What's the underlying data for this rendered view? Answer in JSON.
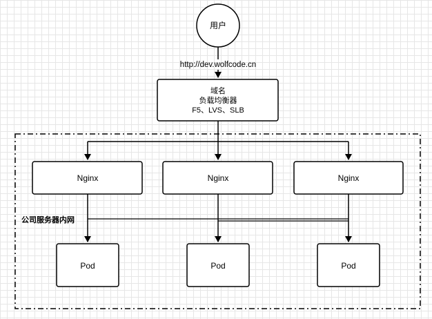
{
  "user": {
    "label": "用户"
  },
  "link": {
    "url_label": "http://dev.wolfcode.cn"
  },
  "balancer": {
    "line1": "域名",
    "line2": "负载均衡器",
    "line3": "F5、LVS、SLB"
  },
  "network": {
    "label": "公司服务器内网"
  },
  "nginx": [
    {
      "label": "Nginx"
    },
    {
      "label": "Nginx"
    },
    {
      "label": "Nginx"
    }
  ],
  "pods": [
    {
      "label": "Pod"
    },
    {
      "label": "Pod"
    },
    {
      "label": "Pod"
    }
  ],
  "colors": {
    "stroke": "#000000",
    "fill": "#ffffff",
    "grid": "#e6e6e6"
  }
}
